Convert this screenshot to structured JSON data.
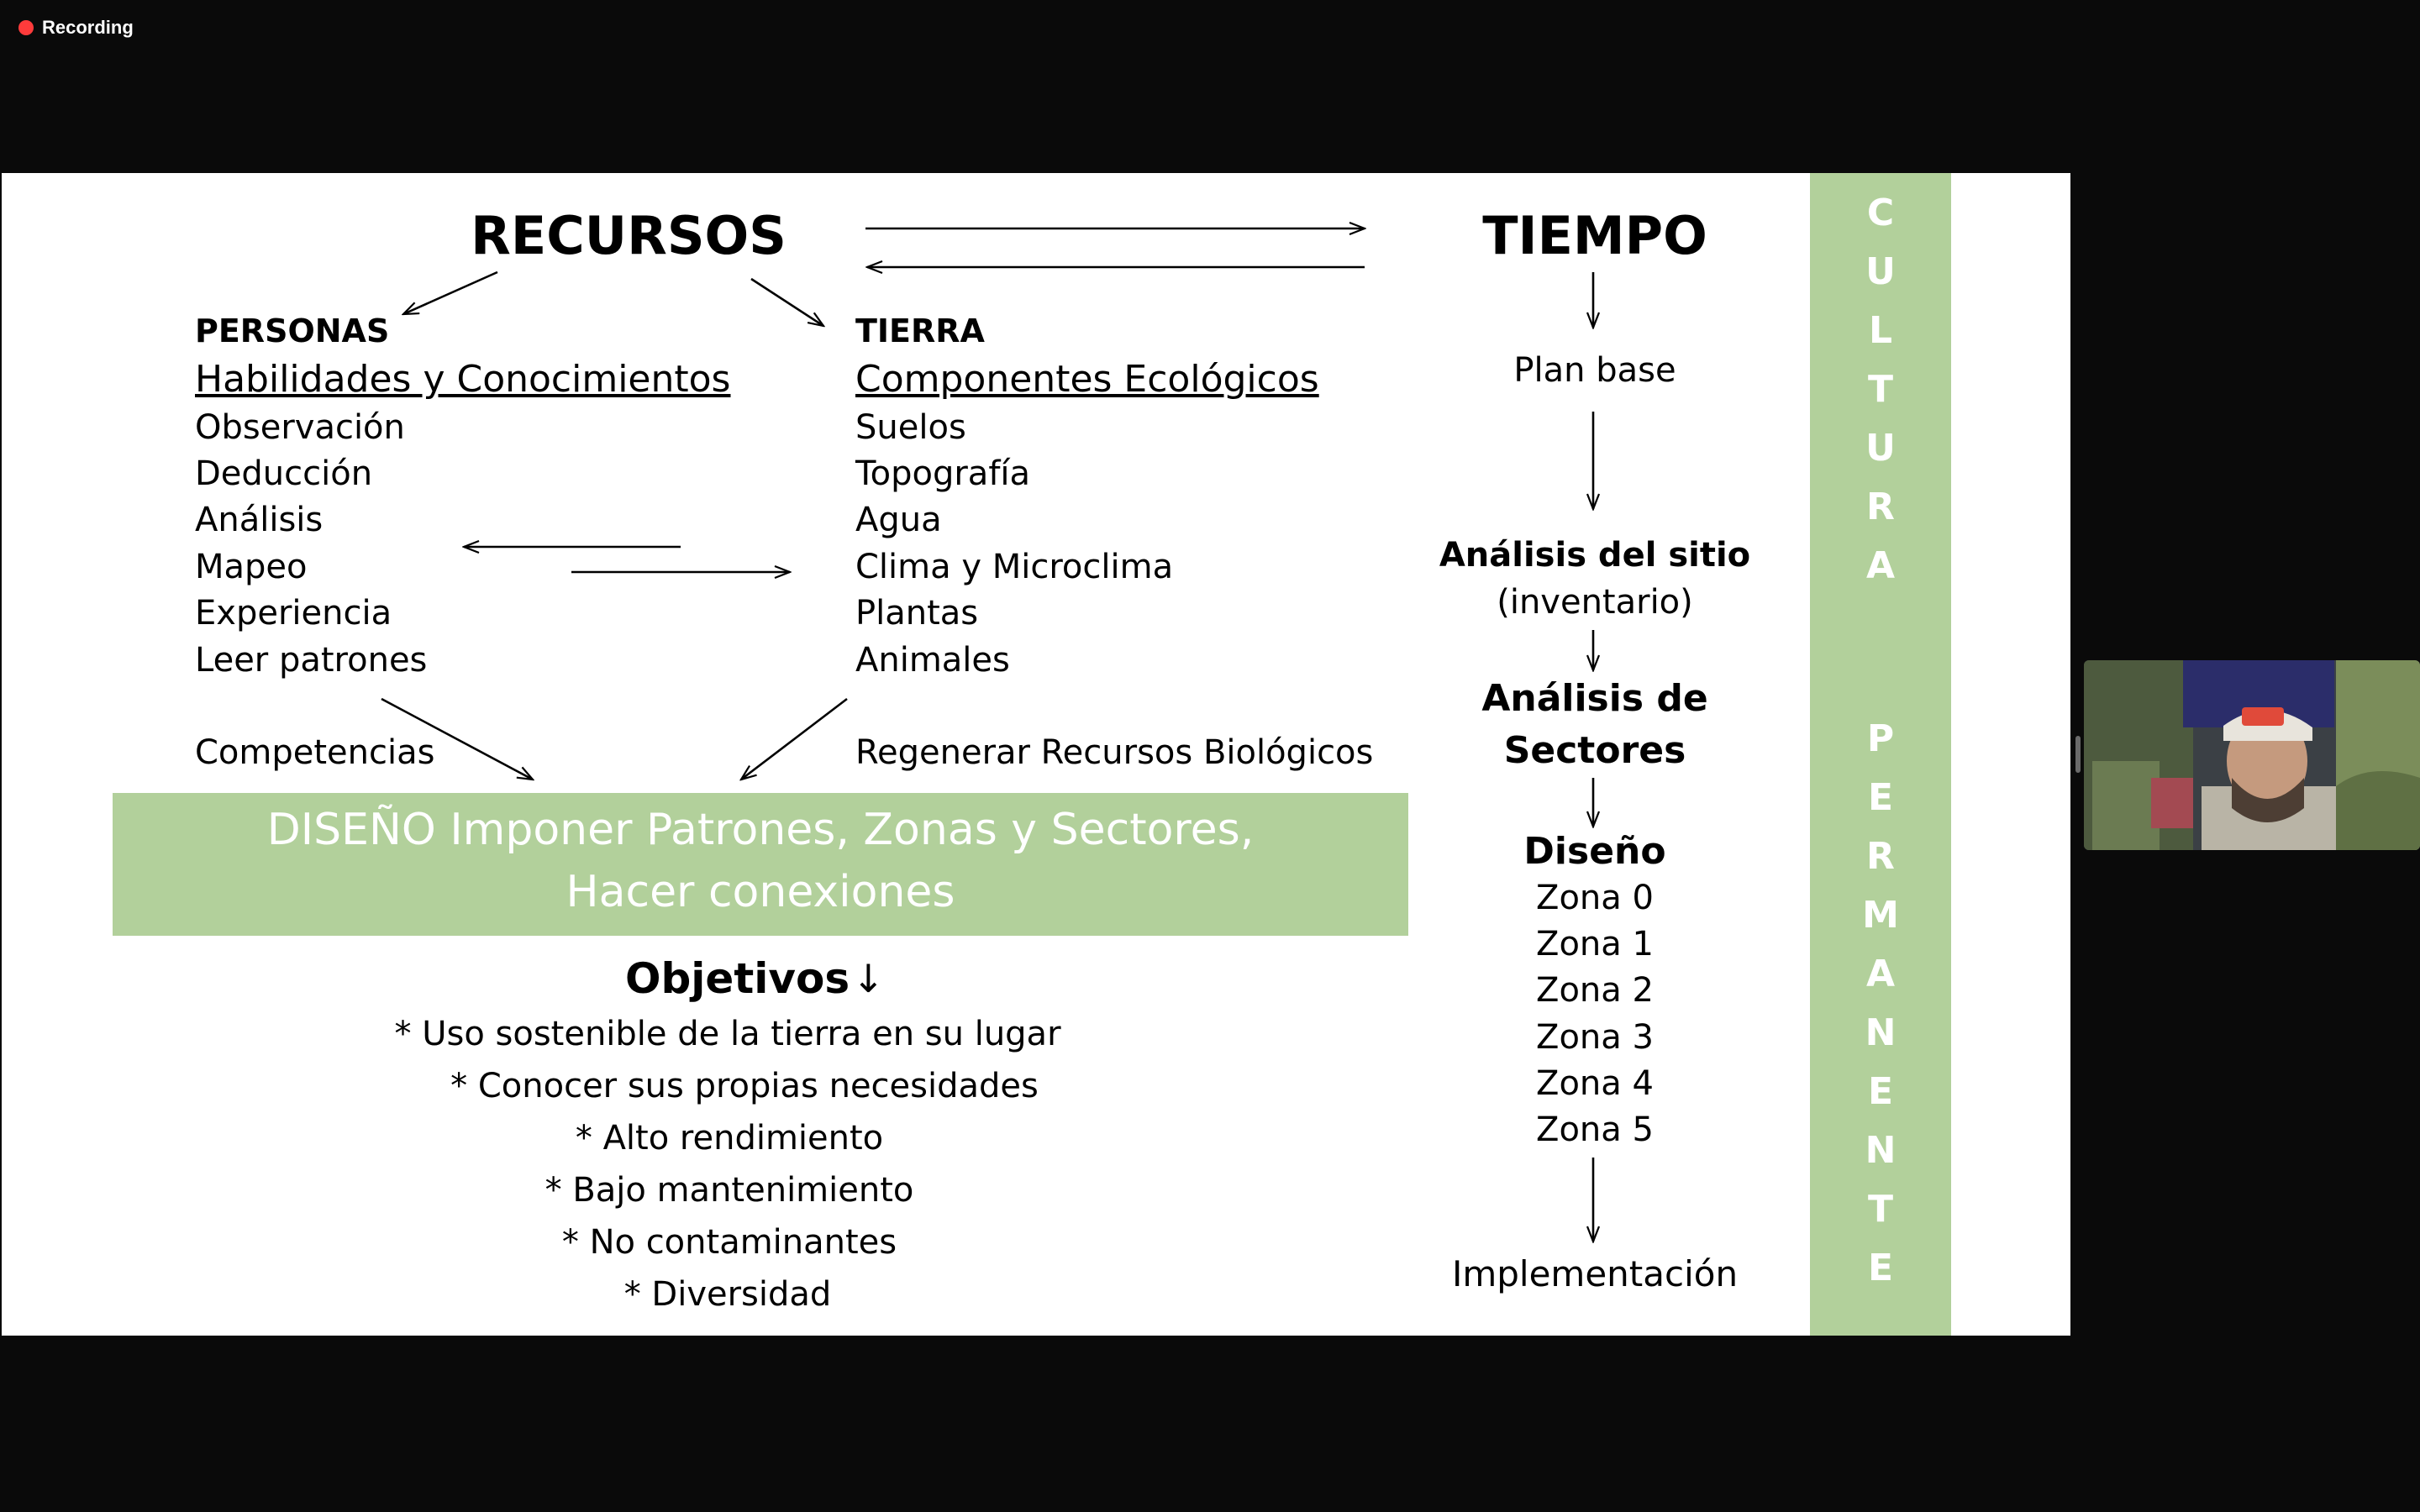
{
  "recording": {
    "label": "Recording",
    "dot_color": "#ff3b3b"
  },
  "slide": {
    "recursos": "RECURSOS",
    "tiempo": "TIEMPO",
    "personas": {
      "heading": "PERSONAS",
      "subheading": "Habilidades y Conocimientos",
      "items": [
        "Observación",
        "Deducción",
        "Análisis",
        "Mapeo",
        "Experiencia",
        "Leer patrones"
      ],
      "result": "Competencias"
    },
    "tierra": {
      "heading": "TIERRA",
      "subheading": "Componentes Ecológicos",
      "items": [
        "Suelos",
        "Topografía",
        "Agua",
        "Clima y Microclima",
        "Plantas",
        "Animales"
      ],
      "result": "Regenerar Recursos Biológicos"
    },
    "design_band": {
      "line1": "DISEÑO Imponer Patrones, Zonas y Sectores,",
      "line2": "Hacer conexiones"
    },
    "objetivos": {
      "heading": "Objetivos",
      "arrow": "↓",
      "items": [
        "* Uso sostenible de la tierra en su lugar",
        "* Conocer sus propias necesidades",
        "* Alto rendimiento",
        "* Bajo mantenimiento",
        "* No contaminantes",
        "* Diversidad"
      ]
    },
    "timeline": {
      "plan_base": "Plan base",
      "analisis_sitio": "Análisis del sitio",
      "inventario": "(inventario)",
      "analisis_sectores_1": "Análisis de",
      "analisis_sectores_2": "Sectores",
      "diseno": "Diseño",
      "zonas": [
        "Zona 0",
        "Zona 1",
        "Zona 2",
        "Zona 3",
        "Zona 4",
        "Zona 5"
      ],
      "implementacion": "Implementación"
    },
    "vertical_word_1": [
      "C",
      "U",
      "L",
      "T",
      "U",
      "R",
      "A"
    ],
    "vertical_word_2": [
      "P",
      "E",
      "R",
      "M",
      "A",
      "N",
      "E",
      "N",
      "T",
      "E"
    ],
    "accent_color": "#b2d09b"
  }
}
